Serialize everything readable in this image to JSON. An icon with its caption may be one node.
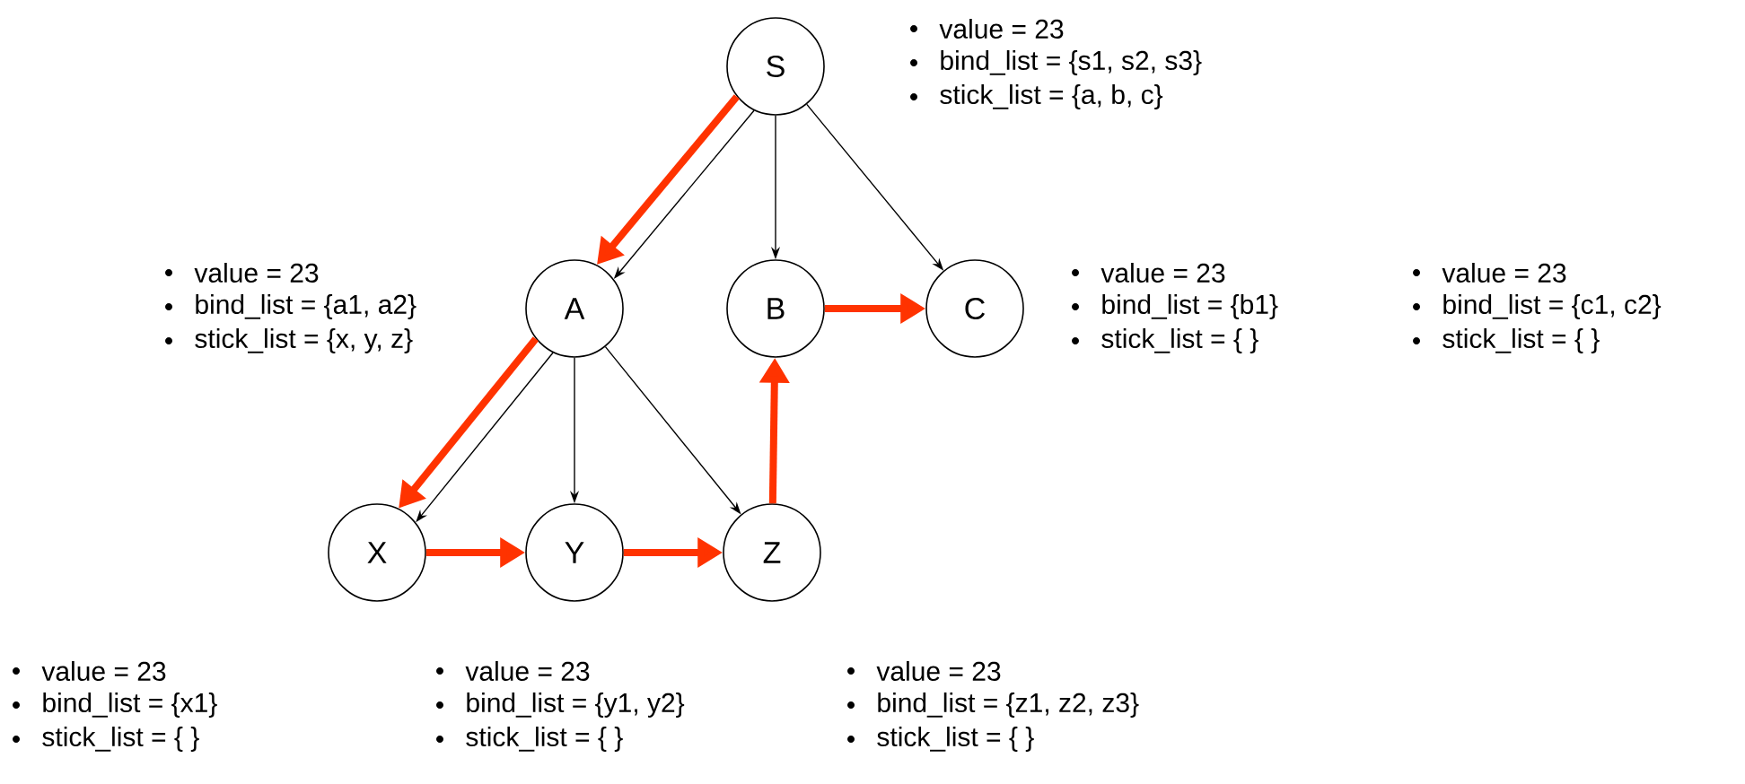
{
  "diagram": {
    "nodes": [
      {
        "text": [
          "S"
        ],
        "beside": [
          "value = 23",
          "bind_list = {s1, s2, s3}",
          "stick_list = {a, b, c}"
        ]
      },
      {
        "text": [
          "A"
        ],
        "beside": [
          "value = 23",
          "bind_list = {a1, a2}",
          "stick_list = {x, y, z}"
        ]
      },
      {
        "text": [
          "B"
        ],
        "beside": [
          "value = 23",
          "bind_list = {b1}",
          "stick_list = { }"
        ]
      },
      {
        "text": [
          "C"
        ],
        "beside": [
          "value = 23",
          "bind_list = {c1, c2}",
          "stick_list = { }"
        ]
      },
      {
        "text": [
          "X"
        ],
        "beside": [
          "value = 23",
          "bind_list = {x1}",
          "stick_list = { }"
        ]
      },
      {
        "text": [
          "Y"
        ],
        "beside": [
          "value = 23",
          "bind_list = {y1, y2}",
          "stick_list =  { }"
        ]
      },
      {
        "text": [
          "Z"
        ],
        "beside": [
          "value = 23",
          "bind_list = {z1, z2, z3}",
          "stick_list = { }"
        ]
      }
    ],
    "edges": [
      {
        "from": 0,
        "to": 1,
        "arrow": "to"
      },
      {
        "from": 0,
        "to": 2,
        "arrow": "to"
      },
      {
        "from": 0,
        "to": 3,
        "arrow": "to"
      },
      {
        "from": 1,
        "to": 4,
        "arrow": "to"
      },
      {
        "from": 1,
        "to": 5,
        "arrow": "to"
      },
      {
        "from": 1,
        "to": 6,
        "arrow": "to"
      },
      {
        "from": 0,
        "to": 1,
        "arrow": "to",
        "style": "thick",
        "color": "#ff3300"
      },
      {
        "from": 1,
        "to": 4,
        "arrow": "to",
        "style": "thick",
        "color": "#ff3300"
      },
      {
        "from": 4,
        "to": 5,
        "arrow": "to",
        "style": "thick",
        "color": "#ff3300"
      },
      {
        "from": 5,
        "to": 6,
        "arrow": "to",
        "style": "thick",
        "color": "#ff3300"
      },
      {
        "from": 6,
        "to": 2,
        "arrow": "to",
        "style": "thick",
        "color": "#ff3300"
      },
      {
        "from": 2,
        "to": 3,
        "arrow": "to",
        "style": "thick",
        "color": "#ff3300"
      }
    ]
  }
}
